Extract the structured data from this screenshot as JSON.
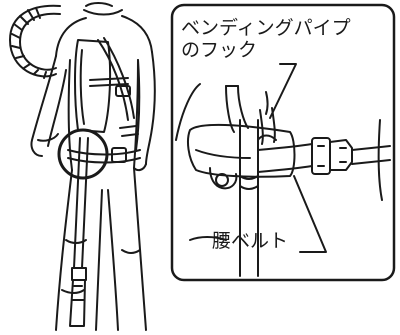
{
  "callouts": {
    "bending_pipe_hook": {
      "line1": "ベンディングパイプ",
      "line2": "のフック"
    },
    "waist_belt": "腰ベルト"
  },
  "colors": {
    "line": "#1a1a1a",
    "background": "#ffffff"
  }
}
